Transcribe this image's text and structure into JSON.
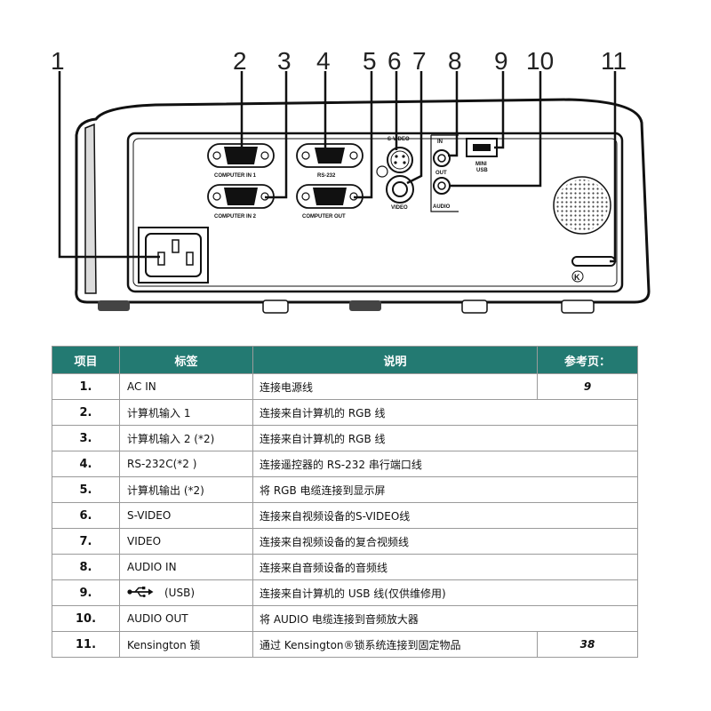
{
  "figure": {
    "callouts": [
      "1",
      "2",
      "3",
      "4",
      "5",
      "6",
      "7",
      "8",
      "9",
      "10",
      "11"
    ],
    "port_labels": {
      "computer_in_1": "COMPUTER IN 1",
      "computer_in_2": "COMPUTER IN 2",
      "rs232": "RS-232",
      "computer_out": "COMPUTER OUT",
      "svideo": "S-VIDEO",
      "video": "VIDEO",
      "in": "IN",
      "out": "OUT",
      "audio": "AUDIO",
      "mini": "MINI",
      "usb": "USB",
      "kensington": "K"
    }
  },
  "table": {
    "headers": {
      "item": "项目",
      "label": "标签",
      "description": "说明",
      "page": "参考页："
    },
    "rows": [
      {
        "num": "1.",
        "label": "AC IN",
        "desc": "连接电源线",
        "page": "9"
      },
      {
        "num": "2.",
        "label": "计算机输入 1",
        "desc": "连接来自计算机的 RGB 线"
      },
      {
        "num": "3.",
        "label": "计算机输入 2 (*2)",
        "desc": "连接来自计算机的 RGB 线"
      },
      {
        "num": "4.",
        "label": "RS-232C(*2 )",
        "desc": "连接遥控器的 RS-232 串行端口线"
      },
      {
        "num": "5.",
        "label": "计算机输出 (*2)",
        "desc": "将 RGB 电缆连接到显示屏"
      },
      {
        "num": "6.",
        "label": "S-VIDEO",
        "desc": "连接来自视频设备的S-VIDEO线"
      },
      {
        "num": "7.",
        "label": "VIDEO",
        "desc": "连接来自视频设备的复合视频线"
      },
      {
        "num": "8.",
        "label": "AUDIO IN",
        "desc": "连接来自音频设备的音频线"
      },
      {
        "num": "9.",
        "label": "(USB)",
        "icon": "usb-icon",
        "desc": "连接来自计算机的 USB 线(仅供维修用)"
      },
      {
        "num": "10.",
        "label": "AUDIO OUT",
        "desc": "将 AUDIO 电缆连接到音频放大器"
      },
      {
        "num": "11.",
        "label": "Kensington 锁",
        "desc": "通过 Kensington®锁系统连接到固定物品",
        "page": "38"
      }
    ]
  }
}
